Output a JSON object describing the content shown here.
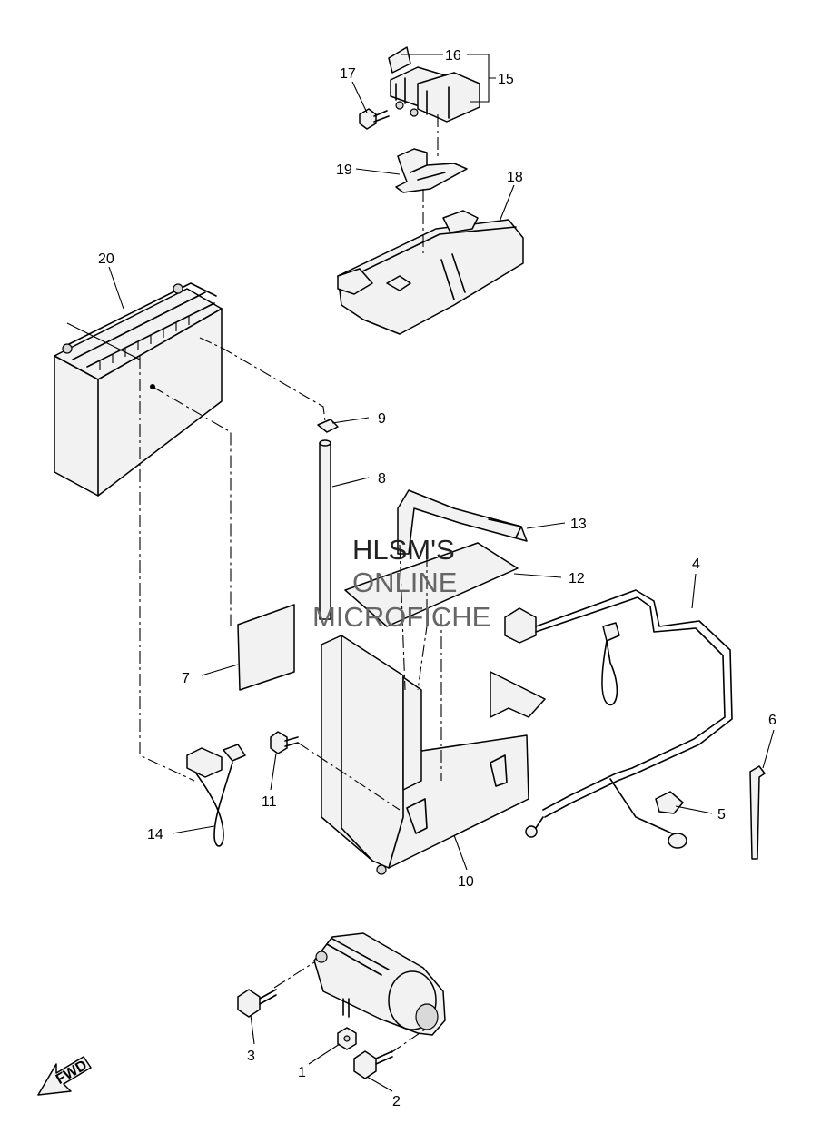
{
  "callouts": {
    "c1": "1",
    "c2": "2",
    "c3": "3",
    "c4": "4",
    "c5": "5",
    "c6": "6",
    "c7": "7",
    "c8": "8",
    "c9": "9",
    "c10": "10",
    "c11": "11",
    "c12": "12",
    "c13": "13",
    "c14": "14",
    "c15": "15",
    "c16": "16",
    "c17": "17",
    "c18": "18",
    "c19": "19",
    "c20": "20"
  },
  "watermark": {
    "line1": "HLSM'S",
    "line2": "ONLINE",
    "line3": "MICROFICHE"
  },
  "fwd_badge": "FWD"
}
